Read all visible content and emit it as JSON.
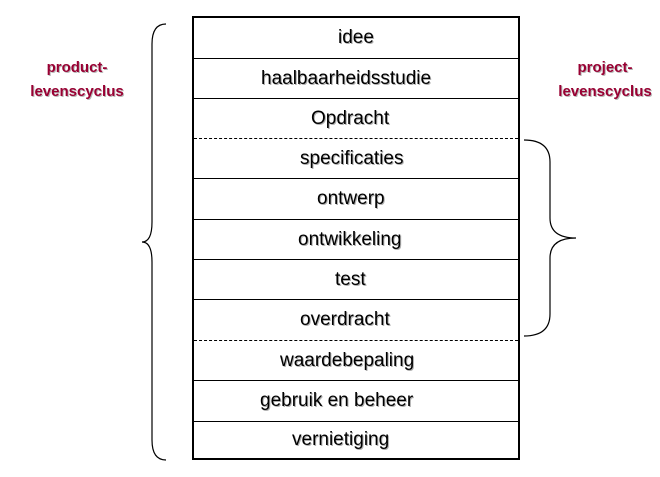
{
  "labels": {
    "product": [
      "product-",
      "levenscyclus"
    ],
    "project": [
      "project-",
      "levenscyclus"
    ]
  },
  "phases": [
    "idee",
    "haalbaarheidsstudie",
    "Opdracht",
    "specificaties",
    "ontwerp",
    "ontwikkeling",
    "test",
    "overdracht",
    "waardebepaling",
    "gebruik en beheer",
    "vernietiging"
  ],
  "colors": {
    "label": "#990033",
    "border": "#000000"
  }
}
